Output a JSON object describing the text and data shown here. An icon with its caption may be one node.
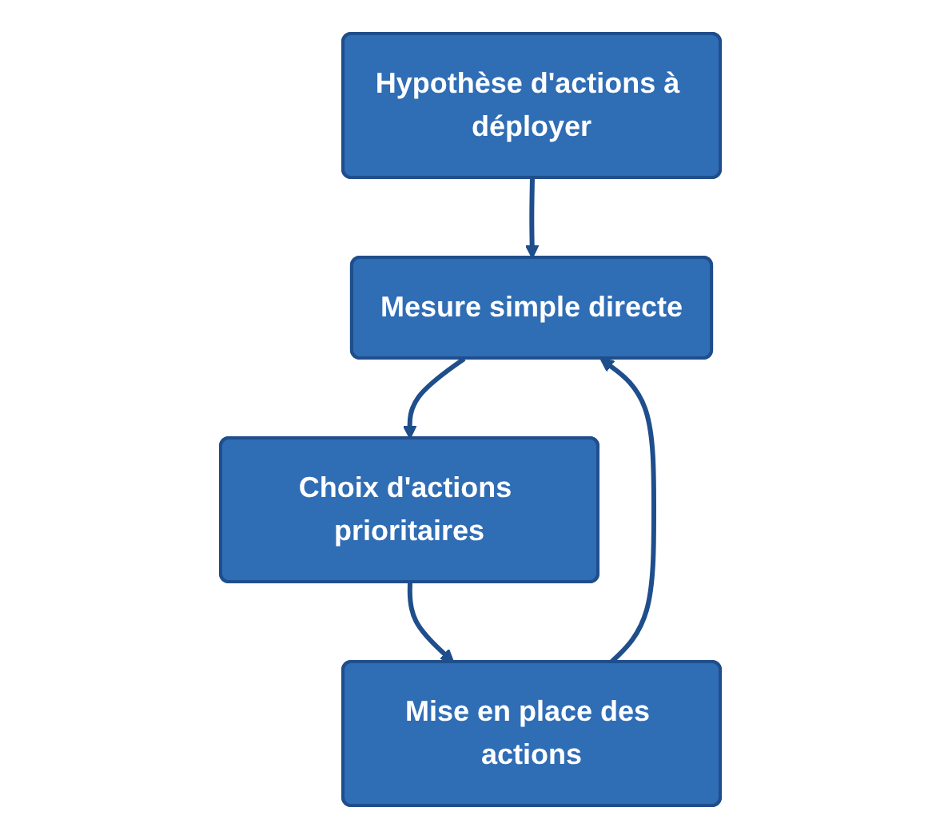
{
  "diagram": {
    "nodes": [
      {
        "text": [
          "Hypothèse d'actions à déployer"
        ]
      },
      {
        "text": [
          "Mesure simple directe"
        ]
      },
      {
        "text": [
          "Choix d'actions prioritaires"
        ]
      },
      {
        "text": [
          "Mise en place des actions"
        ]
      }
    ],
    "edges": [
      {
        "from": 0,
        "to": 1,
        "arrow": "to"
      },
      {
        "from": 1,
        "to": 2,
        "arrow": "to"
      },
      {
        "from": 2,
        "to": 3,
        "arrow": "to"
      },
      {
        "from": 3,
        "to": 1,
        "arrow": "to"
      }
    ]
  }
}
